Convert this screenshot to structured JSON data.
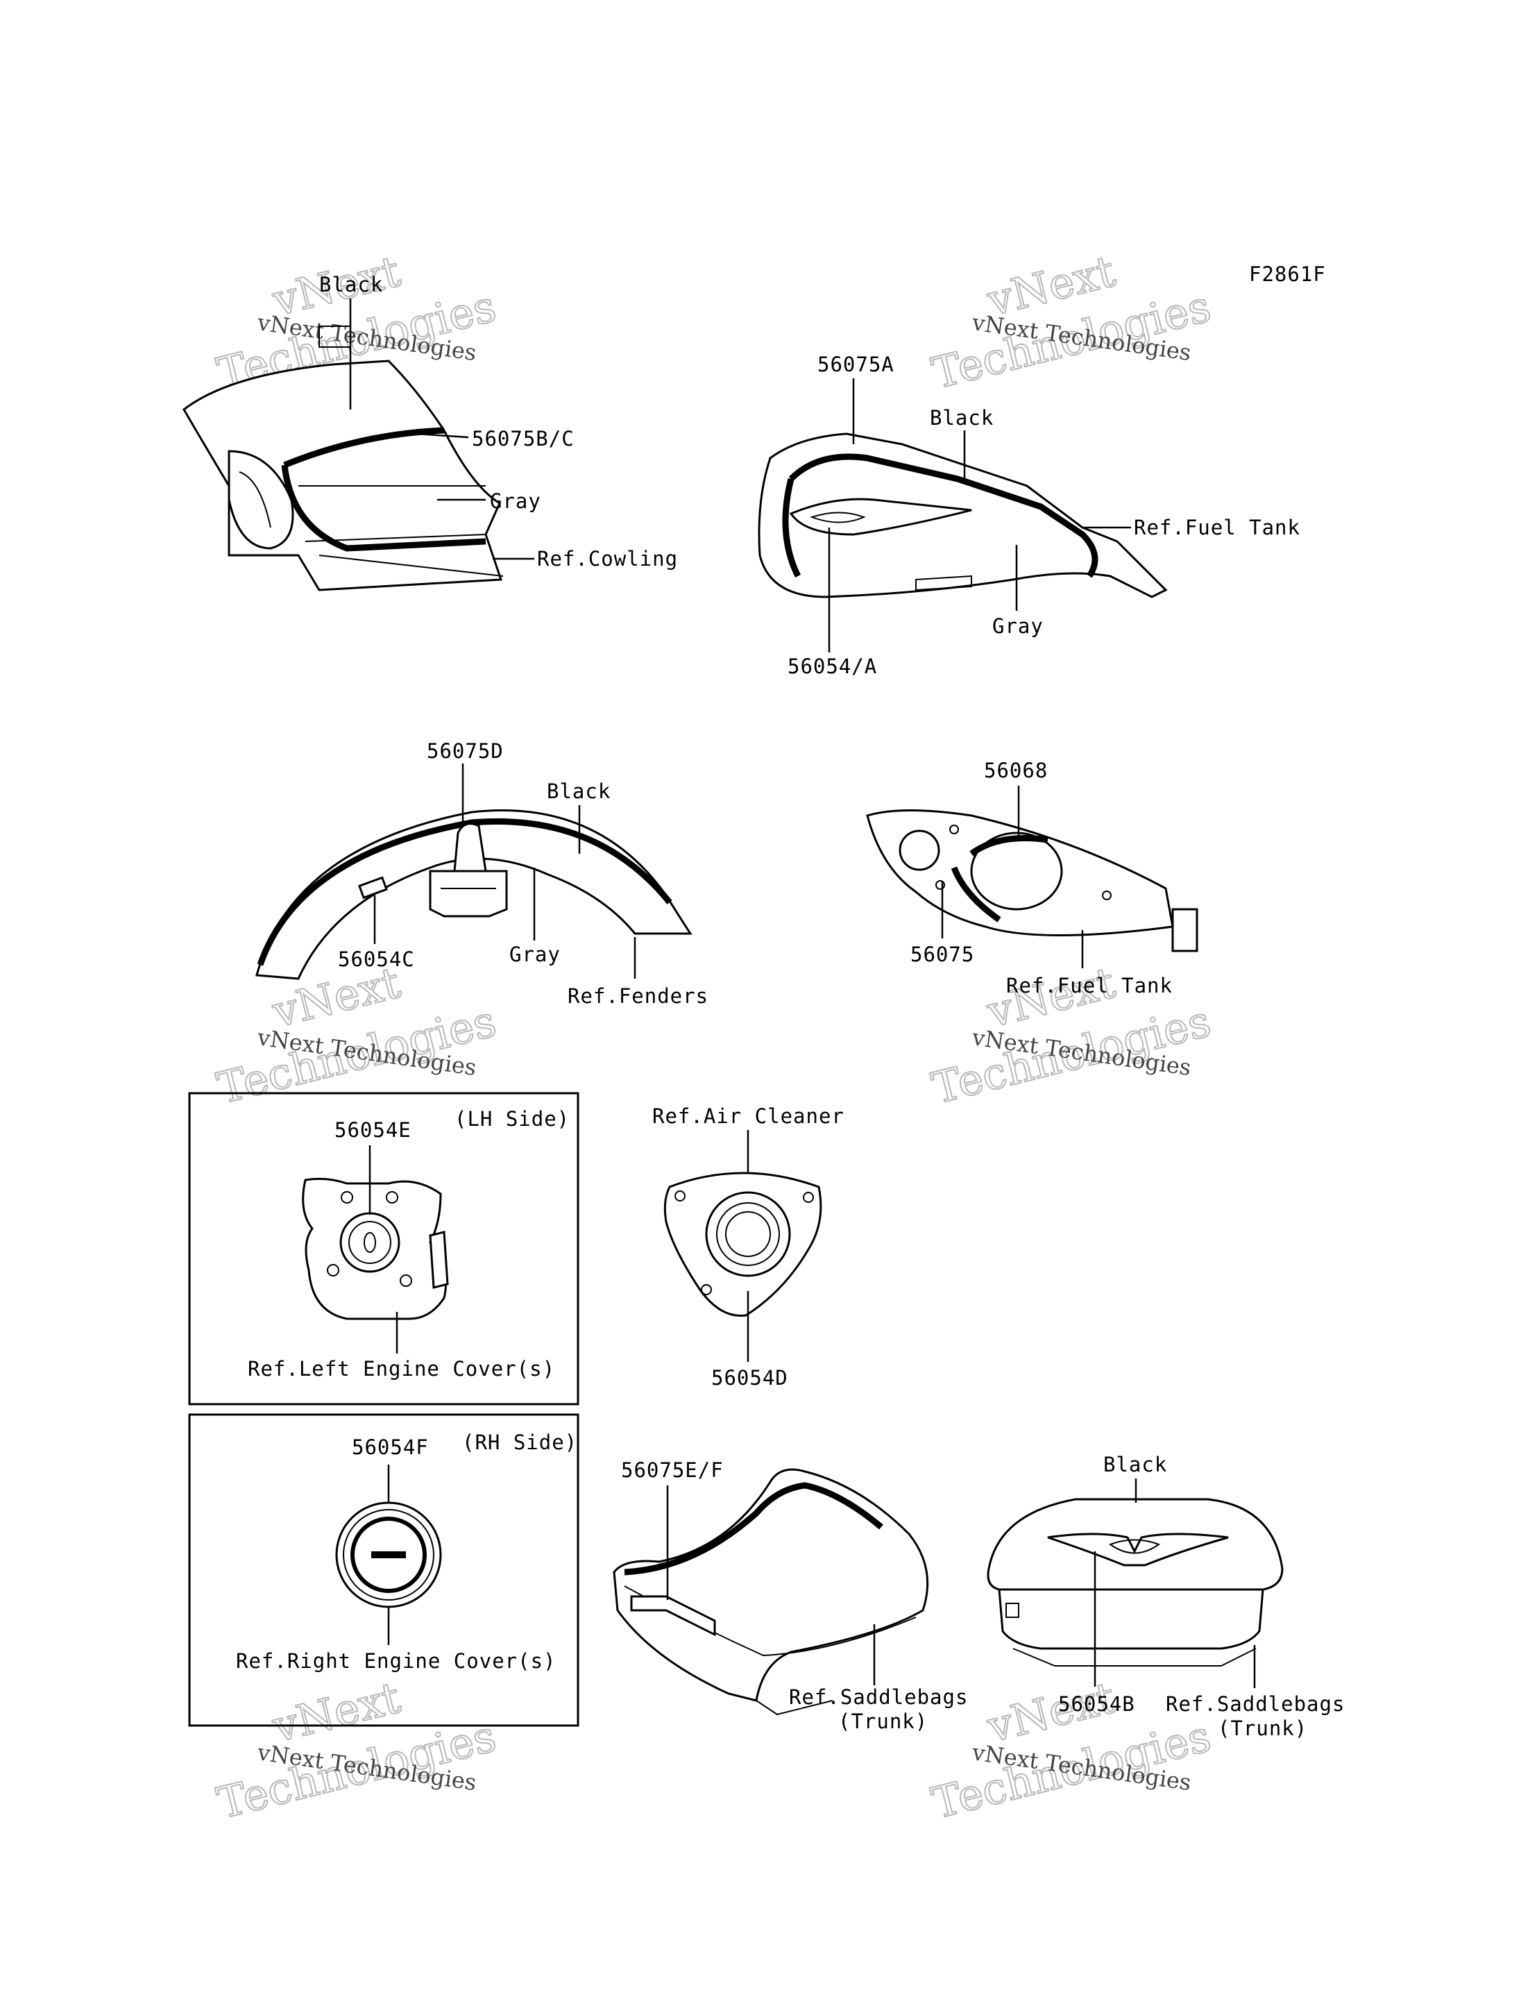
{
  "figure_code": "F2861F",
  "watermark": {
    "line1": "vNext",
    "line2": "Technologies",
    "caption": "vNext Technologies"
  },
  "sections": {
    "cowling": {
      "black": "Black",
      "part": "56075B/C",
      "gray": "Gray",
      "ref": "Ref.Cowling"
    },
    "fuel_tank_top": {
      "part_stripe": "56075A",
      "black": "Black",
      "ref": "Ref.Fuel Tank",
      "gray": "Gray",
      "part_emblem": "56054/A"
    },
    "fenders": {
      "part_stripe": "56075D",
      "black": "Black",
      "part_emblem": "56054C",
      "gray": "Gray",
      "ref": "Ref.Fenders"
    },
    "fuel_tank_side": {
      "part_a": "56068",
      "part_b": "56075",
      "ref": "Ref.Fuel Tank"
    },
    "left_engine": {
      "side": "(LH Side)",
      "part": "56054E",
      "ref": "Ref.Left Engine Cover(s)"
    },
    "air_cleaner": {
      "ref": "Ref.Air Cleaner",
      "part": "56054D"
    },
    "right_engine": {
      "side": "(RH Side)",
      "part": "56054F",
      "ref": "Ref.Right Engine Cover(s)"
    },
    "saddlebag": {
      "part": "56075E/F",
      "ref_line1": "Ref.Saddlebags",
      "ref_line2": "(Trunk)"
    },
    "trunk": {
      "black": "Black",
      "part": "56054B",
      "ref_line1": "Ref.Saddlebags",
      "ref_line2": "(Trunk)"
    }
  }
}
